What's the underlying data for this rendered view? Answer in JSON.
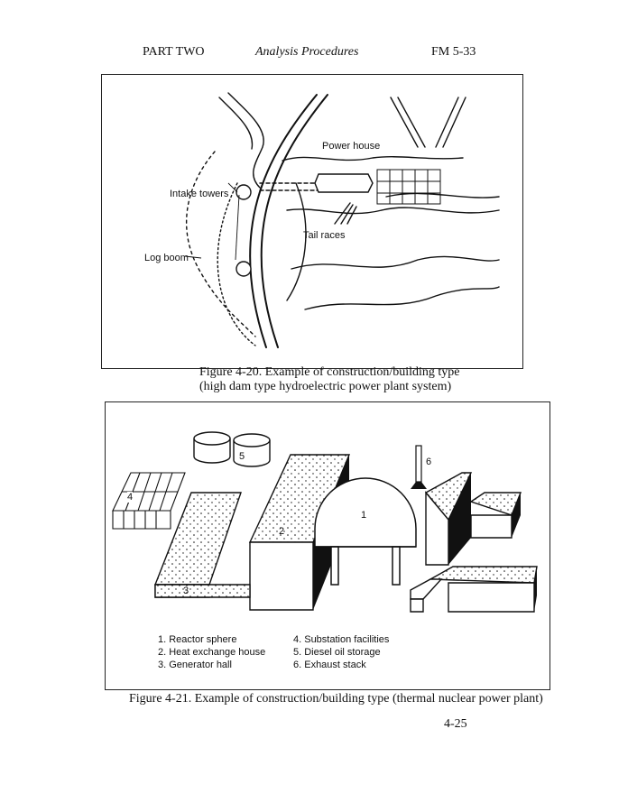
{
  "header": {
    "left": "PART TWO",
    "center": "Analysis Procedures",
    "right": "FM 5-33"
  },
  "figure_20": {
    "labels": {
      "power_house": "Power house",
      "intake_towers": "Intake towers",
      "tail_races": "Tail races",
      "log_boom": "Log boom"
    },
    "caption_line1": "Figure 4-20.  Example of construction/building type",
    "caption_line2": "(high dam type hydroelectric power plant system)"
  },
  "figure_21": {
    "numbers": {
      "n1": "1",
      "n2": "2",
      "n3": "3",
      "n4": "4",
      "n5": "5",
      "n6": "6"
    },
    "legend_left": [
      "1.  Reactor sphere",
      "2.  Heat exchange house",
      "3.  Generator hall"
    ],
    "legend_right": [
      "4.  Substation facilities",
      "5.  Diesel oil storage",
      "6.  Exhaust stack"
    ],
    "caption": "Figure 4-21.  Example of construction/building type (thermal nuclear power plant)"
  },
  "page_number": "4-25"
}
